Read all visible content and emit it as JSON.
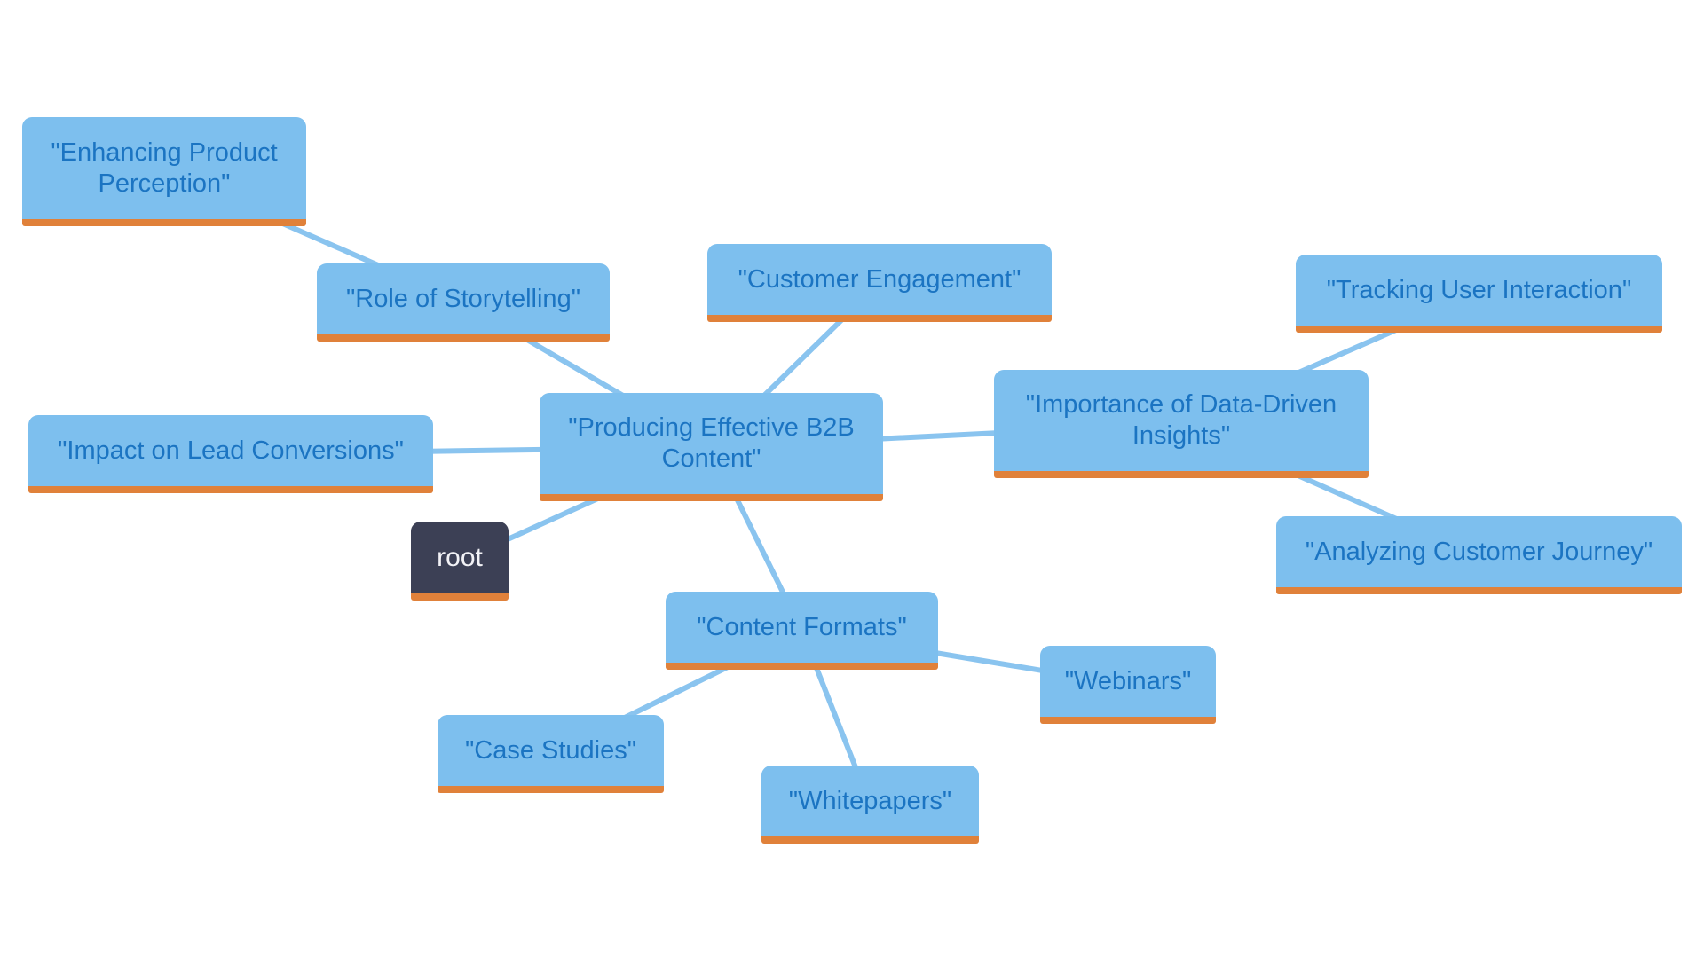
{
  "mindmap": {
    "type": "mindmap",
    "nodes": [
      {
        "id": "enhancing-product-perception",
        "label": "\"Enhancing Product Perception\"",
        "level": "leaf"
      },
      {
        "id": "role-of-storytelling",
        "label": "\"Role of Storytelling\"",
        "level": "branch"
      },
      {
        "id": "customer-engagement",
        "label": "\"Customer Engagement\"",
        "level": "branch"
      },
      {
        "id": "impact-on-lead-conversions",
        "label": "\"Impact on Lead Conversions\"",
        "level": "branch"
      },
      {
        "id": "producing-effective-b2b-content",
        "label": "\"Producing Effective B2B Content\"",
        "level": "center"
      },
      {
        "id": "importance-of-data-driven-insights",
        "label": "\"Importance of Data-Driven Insights\"",
        "level": "branch"
      },
      {
        "id": "tracking-user-interaction",
        "label": "\"Tracking User Interaction\"",
        "level": "leaf"
      },
      {
        "id": "analyzing-customer-journey",
        "label": "\"Analyzing Customer Journey\"",
        "level": "leaf"
      },
      {
        "id": "root",
        "label": "root",
        "level": "root"
      },
      {
        "id": "content-formats",
        "label": "\"Content Formats\"",
        "level": "branch"
      },
      {
        "id": "webinars",
        "label": "\"Webinars\"",
        "level": "leaf"
      },
      {
        "id": "case-studies",
        "label": "\"Case Studies\"",
        "level": "leaf"
      },
      {
        "id": "whitepapers",
        "label": "\"Whitepapers\"",
        "level": "leaf"
      }
    ],
    "edges": [
      {
        "from": "root",
        "to": "producing-effective-b2b-content"
      },
      {
        "from": "producing-effective-b2b-content",
        "to": "role-of-storytelling"
      },
      {
        "from": "role-of-storytelling",
        "to": "enhancing-product-perception"
      },
      {
        "from": "producing-effective-b2b-content",
        "to": "customer-engagement"
      },
      {
        "from": "producing-effective-b2b-content",
        "to": "impact-on-lead-conversions"
      },
      {
        "from": "producing-effective-b2b-content",
        "to": "importance-of-data-driven-insights"
      },
      {
        "from": "importance-of-data-driven-insights",
        "to": "tracking-user-interaction"
      },
      {
        "from": "importance-of-data-driven-insights",
        "to": "analyzing-customer-journey"
      },
      {
        "from": "producing-effective-b2b-content",
        "to": "content-formats"
      },
      {
        "from": "content-formats",
        "to": "case-studies"
      },
      {
        "from": "content-formats",
        "to": "whitepapers"
      },
      {
        "from": "content-formats",
        "to": "webinars"
      }
    ]
  },
  "colors": {
    "node_fill": "#7DBFEE",
    "node_text": "#1B74C2",
    "underline": "#E0813A",
    "edge": "#8AC4EF",
    "root_fill": "#3C4055",
    "root_text": "#F2F2F6",
    "background": "#FFFFFF"
  },
  "edge_stroke_width": 6
}
